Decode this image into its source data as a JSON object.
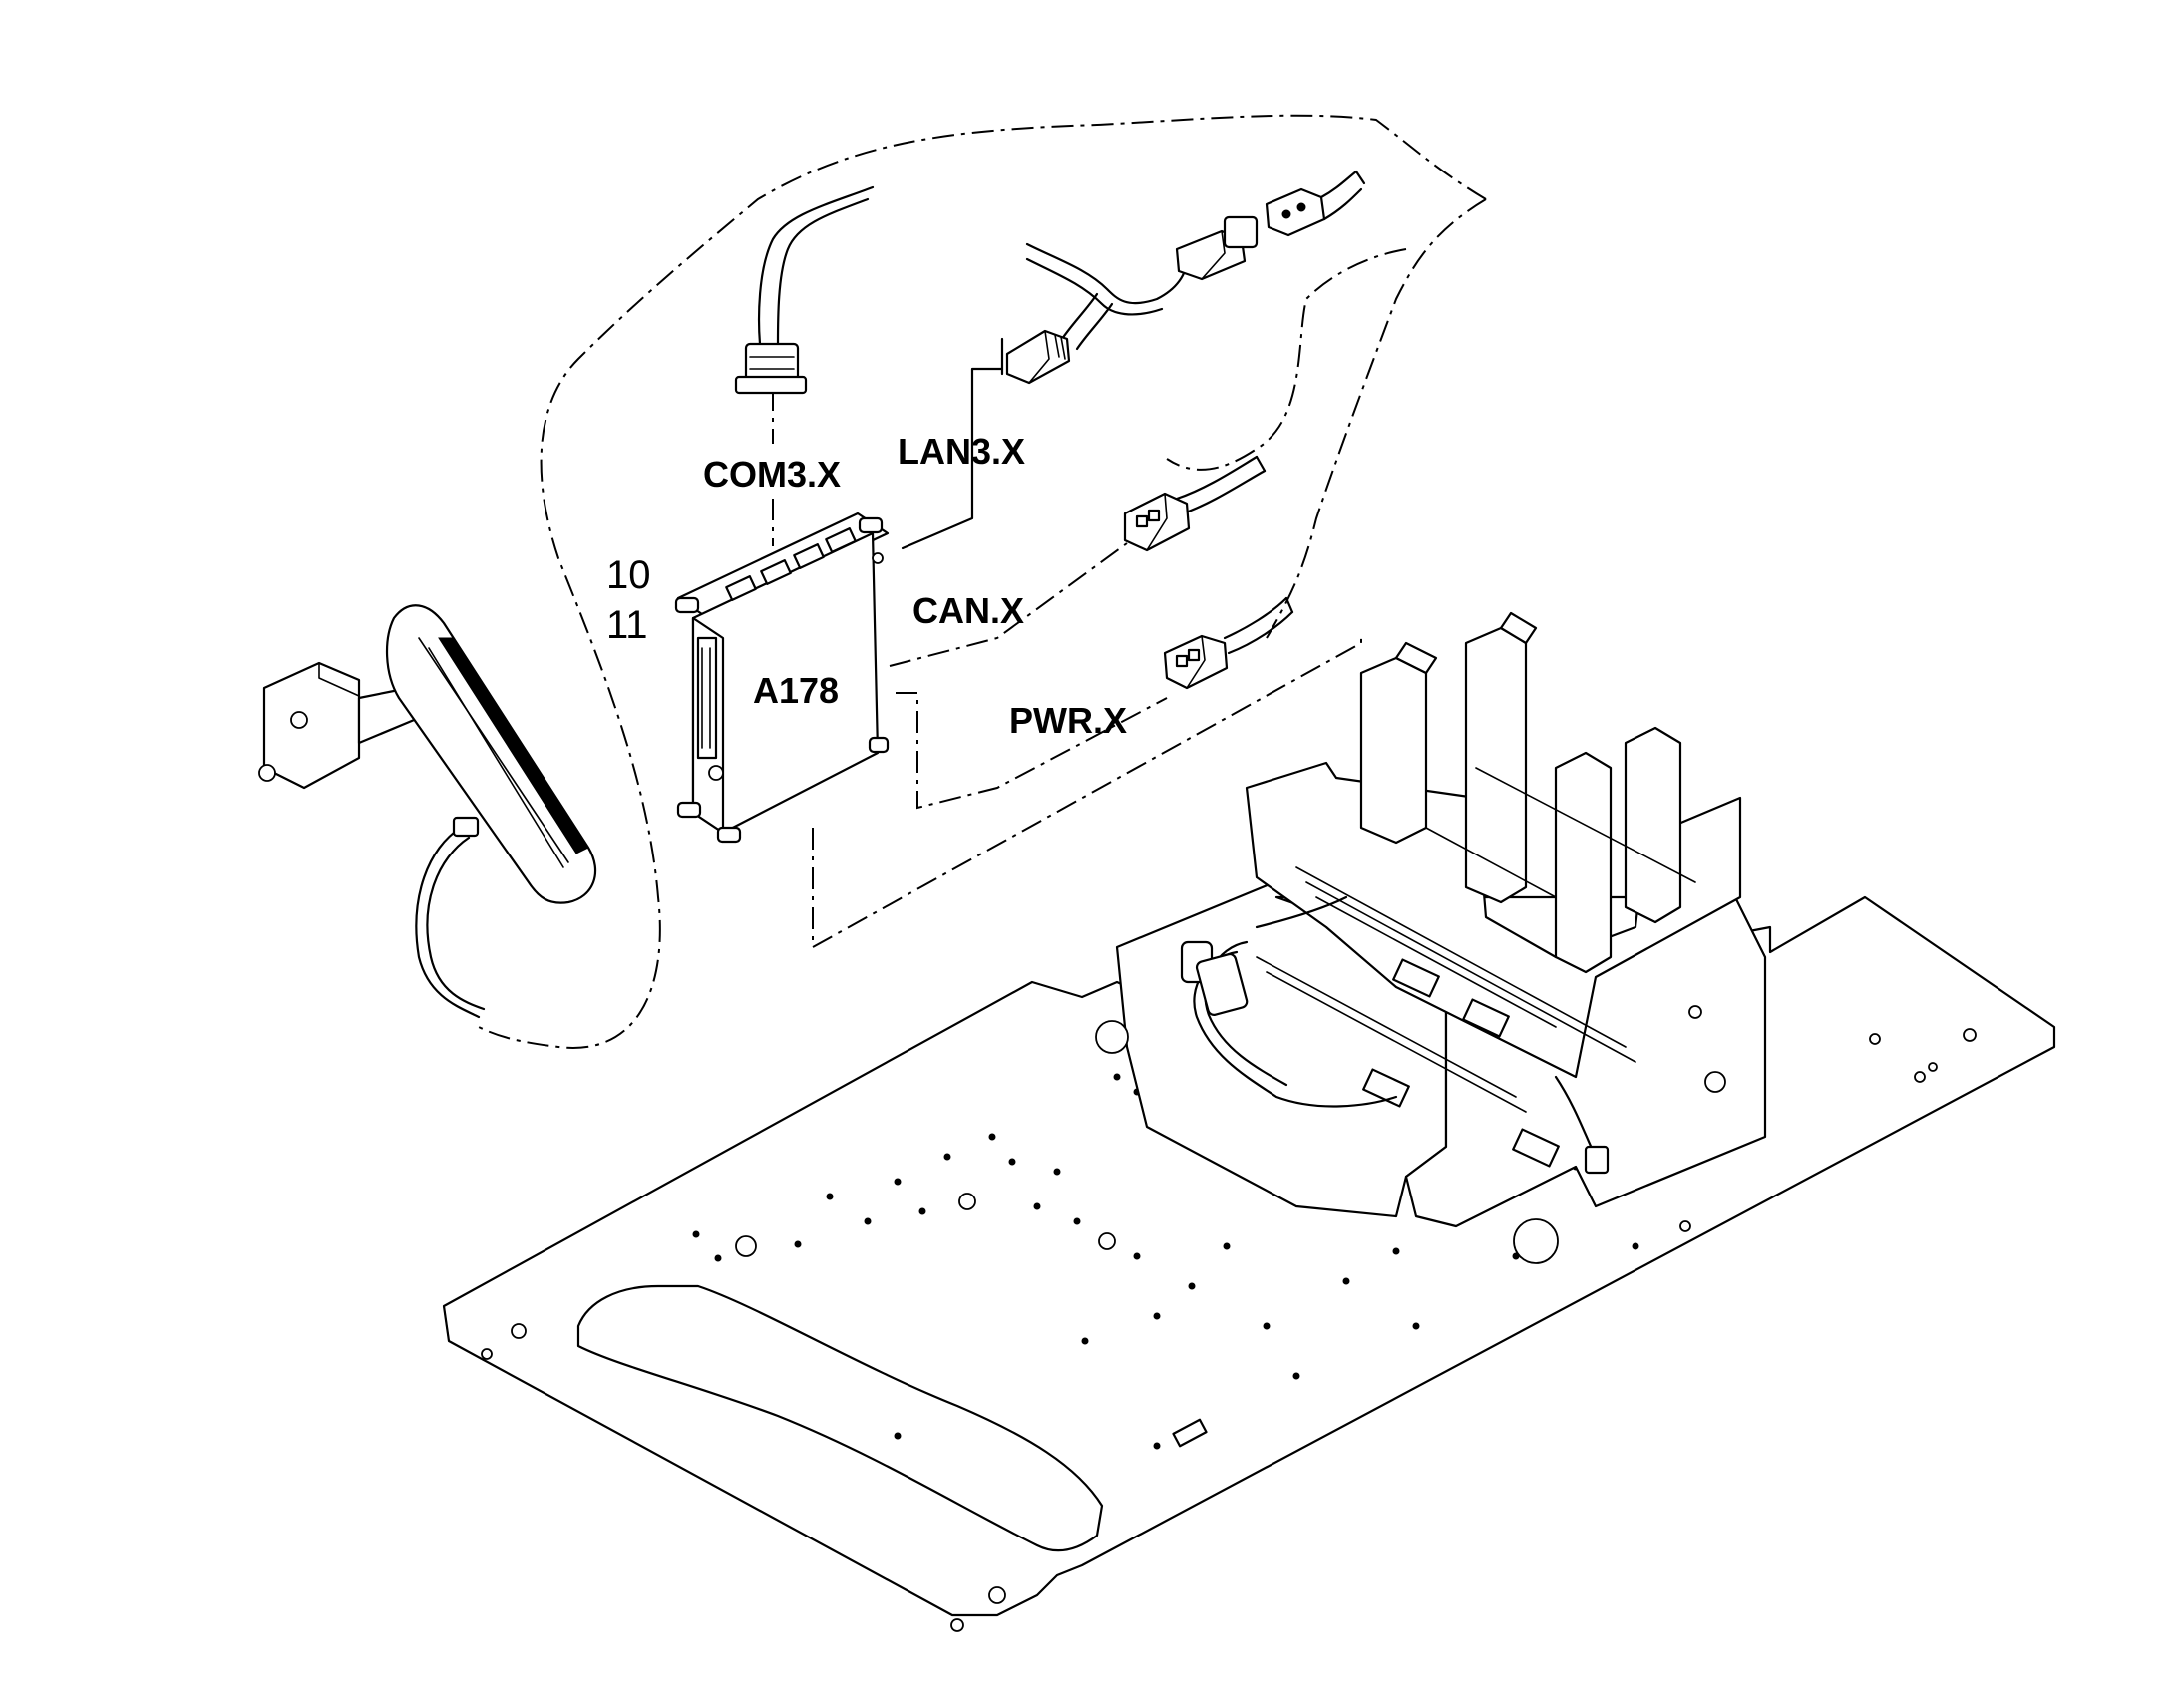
{
  "labels": {
    "module": "A178",
    "com": "COM3.X",
    "lan": "LAN3.X",
    "can": "CAN.X",
    "pwr": "PWR.X",
    "ref1": "10",
    "ref2": "11"
  }
}
